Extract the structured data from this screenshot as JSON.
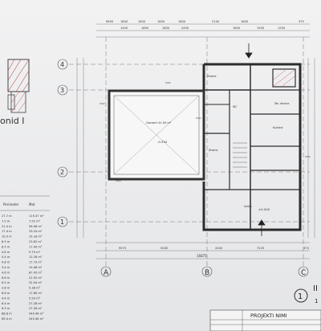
{
  "side": {
    "title_fragment": "onid I",
    "table_header": [
      "Perimeter",
      "Mat"
    ],
    "rows": [
      [
        "27.7 m",
        "119.37 m²"
      ],
      [
        "7.0 m",
        "7.52 m²"
      ],
      [
        "21.4 m",
        "56.46 m²"
      ],
      [
        "17.4 m",
        "33.24 m²"
      ],
      [
        "10.0 m",
        "15.18 m²"
      ],
      [
        "8.9 m",
        "23.62 m²"
      ],
      [
        "8.5 m",
        "17.40 m²"
      ],
      [
        "4.8 m",
        "9.79 m²"
      ],
      [
        "5.4 m",
        "12.28 m²"
      ],
      [
        "4.8 m",
        "17.73 m²"
      ],
      [
        "3.4 m",
        "19.48 m²"
      ],
      [
        "4.6 m",
        "87.45 m²"
      ],
      [
        "6.8 m",
        "21.92 m²"
      ],
      [
        "6.5 m",
        "32.04 m²"
      ],
      [
        "2.8 m",
        "9.38 m²"
      ],
      [
        "6.8 m",
        "17.80 m²"
      ],
      [
        "4.4 m",
        "5.50 m²"
      ],
      [
        "6.4 m",
        "27.28 m²"
      ],
      [
        "6.3 m",
        "27.28 m²"
      ],
      [
        "68.8 m",
        "540.46 m²"
      ],
      [
        "69.4 m",
        "545.46 m²"
      ]
    ]
  },
  "plan": {
    "top_dims": [
      "9650",
      "1800",
      "1800",
      "1800",
      "1800",
      "2100",
      "1800",
      "375"
    ],
    "top_dims2": [
      "1400",
      "1800",
      "1800",
      "2400",
      "1800",
      "1500",
      "1200"
    ],
    "bottom_dims": [
      "9575",
      "5000",
      "2400",
      "7225",
      "375"
    ],
    "bottom_total": "16875",
    "grid_cols": [
      "A",
      "B",
      "C"
    ],
    "grid_rows": [
      "4",
      "3",
      "2",
      "1"
    ],
    "rooms": {
      "garage": "Garazhi\n41.00 m²",
      "garage_level": "-0.250",
      "room1": "Dhome",
      "room2": "Dhome",
      "room3": "Tek. dhome",
      "room4": "Kuzhina",
      "room5": "Sallon",
      "wc": "WC",
      "main_level": "±0.000"
    },
    "windows": [
      "V/S1",
      "V/S1",
      "V/S1",
      "V/S1",
      "V/S1"
    ]
  },
  "title_block": {
    "circle_number": "1",
    "title_fragment": "II",
    "project_name": "PROJEKTI NIMI",
    "sheet_fragment": "1"
  }
}
